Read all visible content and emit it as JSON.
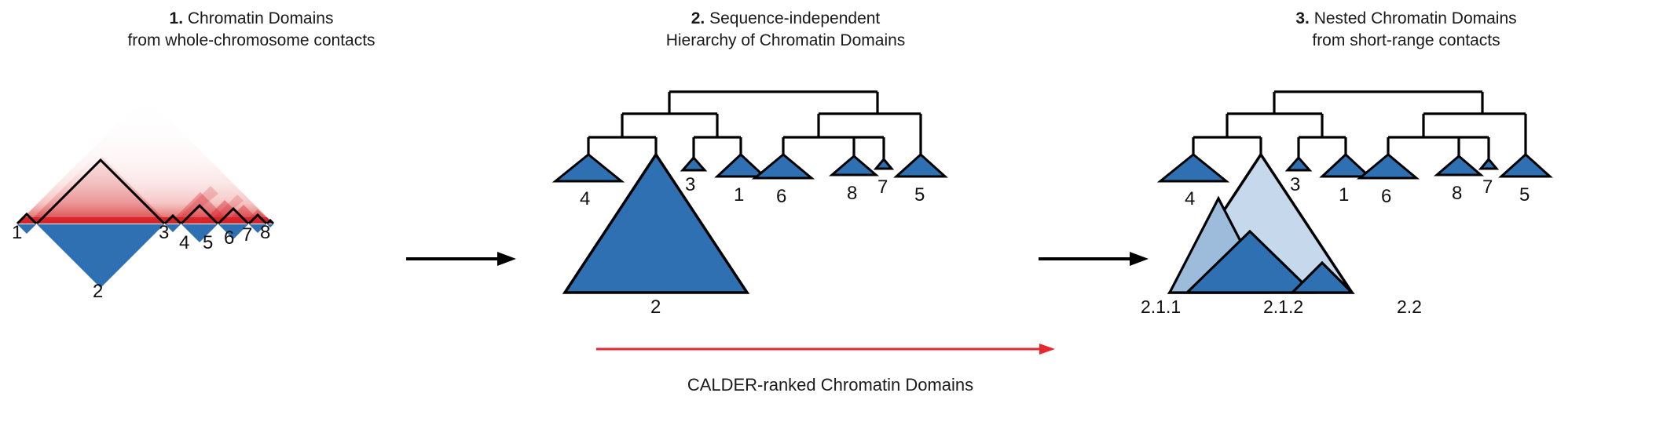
{
  "figure": {
    "background": "#ffffff",
    "colors": {
      "domain_blue": "#2f70b3",
      "domain_blue_mid": "#9dbcdc",
      "domain_blue_light": "#c5d8ec",
      "heatmap_red": "#d8232a",
      "outline_black": "#000000",
      "arrow_red": "#e8262d"
    }
  },
  "panels": [
    {
      "id": "panel-1",
      "number": "1.",
      "title_line1": "Chromatin Domains",
      "title_line2": "from whole-chromosome contacts",
      "heatmap": {
        "type": "hi-c-contact-map",
        "colormap": "white-to-red",
        "orientation": "upper-triangular-rotated"
      },
      "domain_labels": [
        "1",
        "2",
        "3",
        "4",
        "5",
        "6",
        "7",
        "8"
      ]
    },
    {
      "id": "panel-2",
      "number": "2.",
      "title_line1": "Sequence-independent",
      "title_line2": "Hierarchy of Chromatin Domains",
      "leaf_labels": [
        "4",
        "2",
        "3",
        "1",
        "6",
        "8",
        "7",
        "5"
      ],
      "annotation": "CALDER-ranked Chromatin Domains"
    },
    {
      "id": "panel-3",
      "number": "3.",
      "title_line1": "Nested Chromatin Domains",
      "title_line2": "from short-range contacts",
      "leaf_labels": [
        "4",
        "3",
        "1",
        "6",
        "8",
        "7",
        "5"
      ],
      "nested_labels": [
        "2.1.1",
        "2.1.2",
        "2.2"
      ]
    }
  ],
  "flow_arrows": [
    {
      "name": "arrow-panel1-to-panel2",
      "color": "#000000"
    },
    {
      "name": "arrow-panel2-to-panel3",
      "color": "#000000"
    }
  ]
}
